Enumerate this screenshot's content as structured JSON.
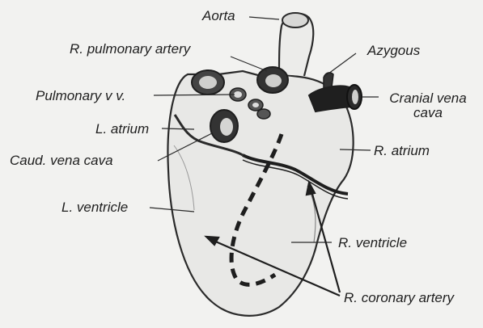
{
  "diagram": {
    "labels": {
      "aorta": "Aorta",
      "r_pulmonary_artery": "R. pulmonary artery",
      "azygous": "Azygous",
      "pulmonary_vv": "Pulmonary v v.",
      "cranial_vena_cava_line1": "Cranial vena",
      "cranial_vena_cava_line2": "cava",
      "l_atrium": "L. atrium",
      "r_atrium": "R. atrium",
      "caud_vena_cava": "Caud. vena cava",
      "l_ventricle": "L. ventricle",
      "r_ventricle": "R. ventricle",
      "r_coronary_artery": "R. coronary artery"
    }
  }
}
